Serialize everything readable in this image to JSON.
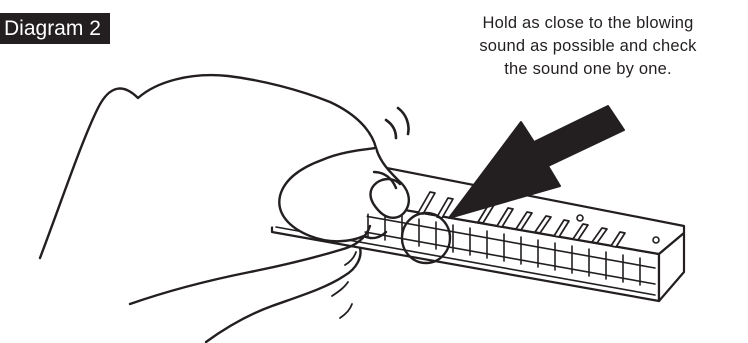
{
  "label": "Diagram 2",
  "caption": {
    "line1": "Hold as close to the blowing",
    "line2": "sound as possible and check",
    "line3": "the sound one by one."
  },
  "colors": {
    "ink": "#231f20",
    "paper": "#ffffff"
  },
  "icons": {
    "harmonica": "harmonica-illustration",
    "hand": "hand-illustration",
    "pointer": "large-arrow",
    "sound": "sound-wave-marks"
  }
}
